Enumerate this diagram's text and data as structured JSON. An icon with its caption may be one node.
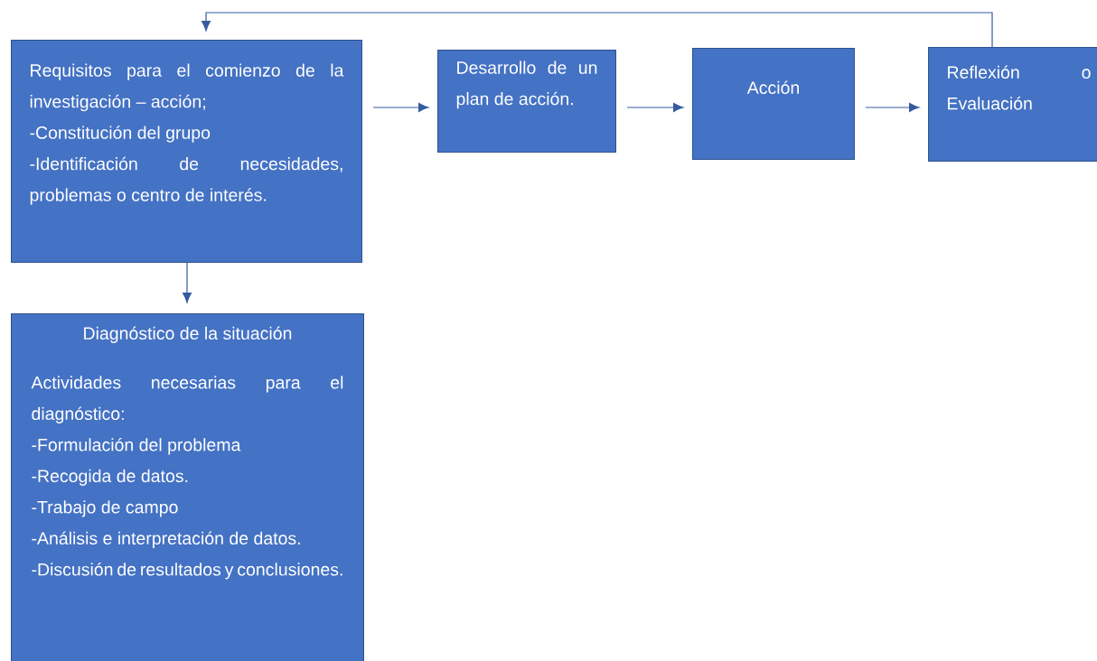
{
  "diagram": {
    "nodes": [
      {
        "text": [
          "Requisitos para el comienzo de la investigación – acción;",
          "-Constitución del grupo",
          "-Identificación de necesidades, problemas o centro de interés."
        ]
      },
      {
        "text": [
          "Desarrollo de un plan de acción."
        ]
      },
      {
        "text": [
          "Acción"
        ]
      },
      {
        "text": [
          "Reflexión o Evaluación"
        ]
      },
      {
        "text": [
          "Diagnóstico de la situación",
          "Actividades necesarias para el diagnóstico:",
          "-Formulación del problema",
          "-Recogida de datos.",
          "-Trabajo de campo",
          "-Análisis e interpretación de datos.",
          "-Discusión de resultados y conclusiones."
        ]
      }
    ],
    "edges": [
      {
        "from": 0,
        "to": 1,
        "arrow": "to"
      },
      {
        "from": 1,
        "to": 2,
        "arrow": "to"
      },
      {
        "from": 2,
        "to": 3,
        "arrow": "to"
      },
      {
        "from": 3,
        "to": 0,
        "arrow": "to"
      },
      {
        "from": 0,
        "to": 4,
        "arrow": "to"
      }
    ]
  }
}
